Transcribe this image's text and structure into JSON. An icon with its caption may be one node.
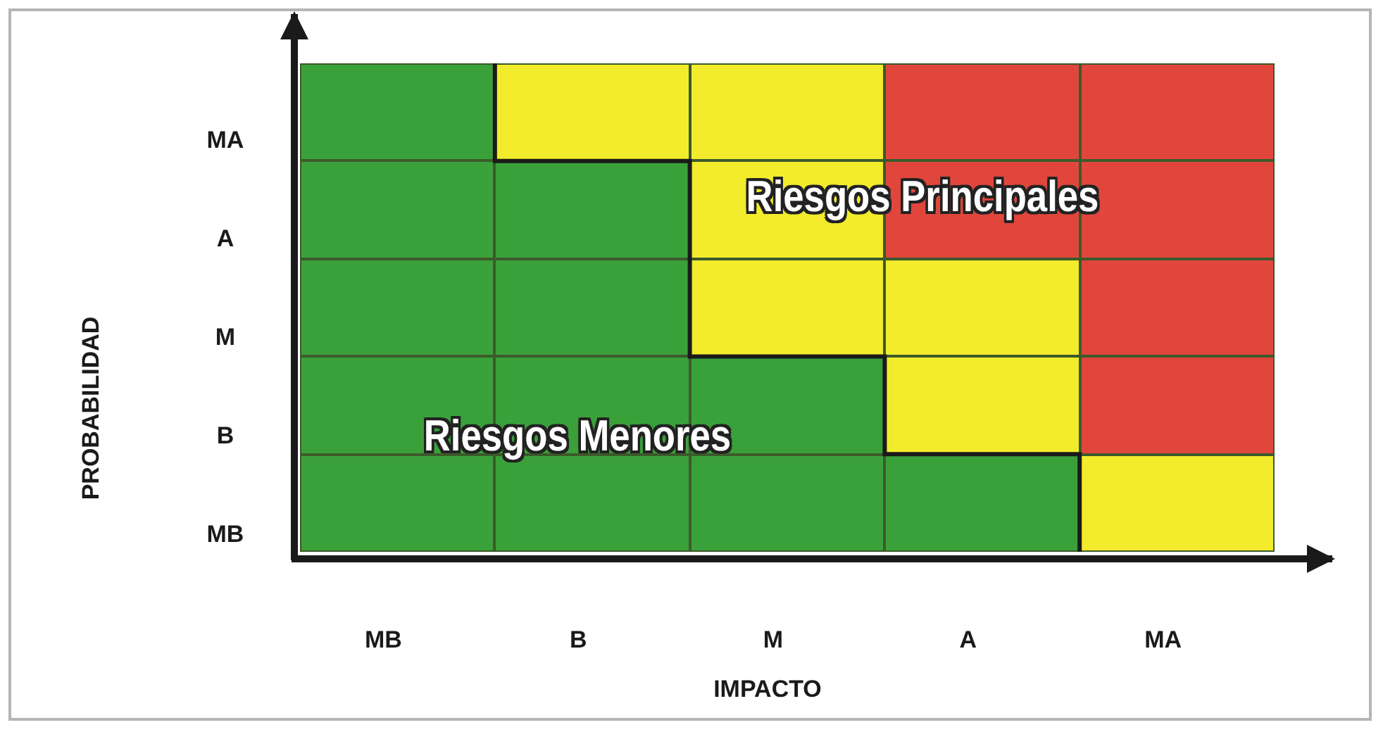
{
  "diagram": {
    "labels": [
      "MA",
      "A",
      "M",
      "B",
      "MB",
      "Riesgos Principales",
      "Riesgos Menores",
      "PROBABILIDAD",
      "MB",
      "B",
      "M",
      "A",
      "MA",
      "IMPACTO"
    ]
  }
}
